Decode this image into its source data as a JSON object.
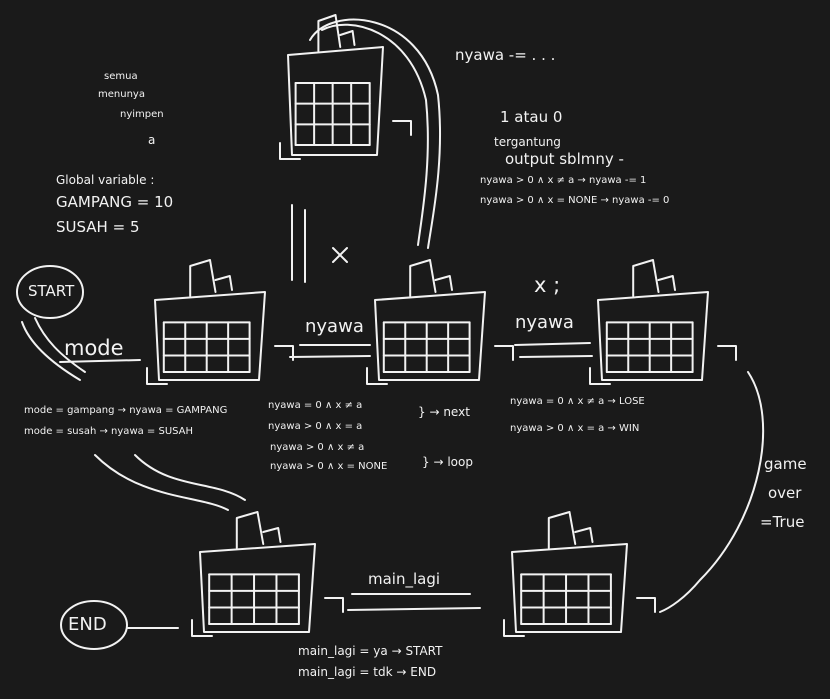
{
  "notes": {
    "header_note": [
      "semua",
      "menunya",
      "nyimpen",
      "a"
    ],
    "global_title": "Global variable :",
    "gampang": "GAMPANG = 10",
    "susah": "SUSAH = 5",
    "nyawa_top": "nyawa -= . . .",
    "atau": "1 atau 0",
    "tergantung": "tergantung",
    "output": "output sblmny -",
    "rule1": "nyawa > 0  ∧  x ≠ a → nyawa -= 1",
    "rule2": "nyawa > 0  ∧  x = NONE → nyawa -= 0"
  },
  "nodes": {
    "start": "START",
    "end": "END",
    "x_upper": "x",
    "x_semi": "x ;",
    "game_over": [
      "game",
      "over",
      "=True"
    ]
  },
  "edges": {
    "mode": "mode",
    "nyawa_1": "nyawa",
    "nyawa_2": "nyawa",
    "main_lagi": "main_lagi"
  },
  "conditions": {
    "mode": [
      "mode = gampang → nyawa = GAMPANG",
      "mode = susah → nyawa = SUSAH"
    ],
    "middle": [
      "nyawa = 0  ∧  x ≠ a",
      "nyawa > 0  ∧  x = a",
      "nyawa > 0  ∧  x ≠ a",
      "nyawa > 0  ∧  x = NONE"
    ],
    "next": "} → next",
    "loop": "} → loop",
    "right": [
      "nyawa = 0  ∧  x ≠ a → LOSE",
      "nyawa > 0  ∧  x = a → WIN"
    ],
    "bottom": [
      "main_lagi = ya → START",
      "main_lagi = tdk → END"
    ]
  }
}
